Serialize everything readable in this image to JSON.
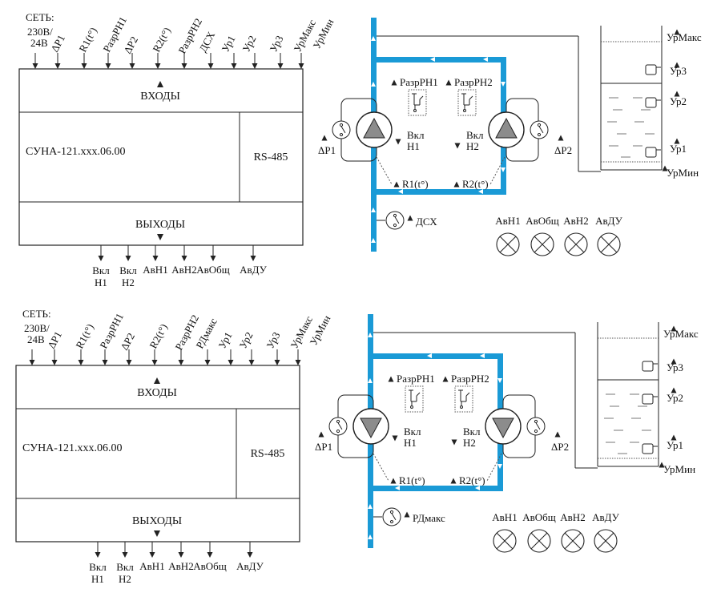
{
  "colors": {
    "pipe": "#1a9ad6",
    "pump_fill": "#8c8c8c",
    "line": "#222222",
    "dotted": "#555555"
  },
  "panels": [
    {
      "id": "top",
      "pump_mode": "up",
      "inputs_label_lines": [
        "СЕТЬ:",
        "230В/",
        "24В"
      ],
      "input_labels": [
        "ΔР1",
        "R1(t°)",
        "РазрРН1",
        "ΔР2",
        "R2(t°)",
        "РазрРН2",
        "ДСХ",
        "Ур1",
        "Ур2",
        "Ур3",
        "УрМакс",
        "УрМин"
      ],
      "inputs_block": "ВХОДЫ",
      "controller": "СУНА-121.xxx.06.00",
      "rs485": "RS-485",
      "outputs_block": "ВЫХОДЫ",
      "output_labels": [
        "Вкл\nН1",
        "Вкл\nН2",
        "АвН1",
        "АвН2",
        "АвОбщ",
        "АвДУ"
      ],
      "sensor_dp1": "ΔР1",
      "sensor_dp2": "ΔР2",
      "sensor_bottom": "ДСХ",
      "pump1": "Вкл\nН1",
      "pump2": "Вкл\nН2",
      "razr1": "РазрРН1",
      "razr2": "РазрРН2",
      "r1": "R1(t°)",
      "r2": "R2(t°)",
      "levels": [
        "УрМакс",
        "Ур3",
        "Ур2",
        "Ур1",
        "УрМин"
      ],
      "lamps": [
        "АвН1",
        "АвОбщ",
        "АвН2",
        "АвДУ"
      ]
    },
    {
      "id": "bottom",
      "pump_mode": "down",
      "inputs_label_lines": [
        "СЕТЬ:",
        "230В/",
        "24В"
      ],
      "input_labels": [
        "ΔР1",
        "R1(t°)",
        "РазрРН1",
        "ΔР2",
        "R2(t°)",
        "РазрРН2",
        "РДмакс",
        "Ур1",
        "Ур2",
        "Ур3",
        "УрМакс",
        "УрМин"
      ],
      "inputs_block": "ВХОДЫ",
      "controller": "СУНА-121.xxx.06.00",
      "rs485": "RS-485",
      "outputs_block": "ВЫХОДЫ",
      "output_labels": [
        "Вкл\nН1",
        "Вкл\nН2",
        "АвН1",
        "АвН2",
        "АвОбщ",
        "АвДУ"
      ],
      "sensor_dp1": "ΔР1",
      "sensor_dp2": "ΔР2",
      "sensor_bottom": "РДмакс",
      "pump1": "Вкл\nН1",
      "pump2": "Вкл\nН2",
      "razr1": "РазрРН1",
      "razr2": "РазрРН2",
      "r1": "R1(t°)",
      "r2": "R2(t°)",
      "levels": [
        "УрМакс",
        "Ур3",
        "Ур2",
        "Ур1",
        "УрМин"
      ],
      "lamps": [
        "АвН1",
        "АвОбщ",
        "АвН2",
        "АвДУ"
      ]
    }
  ]
}
